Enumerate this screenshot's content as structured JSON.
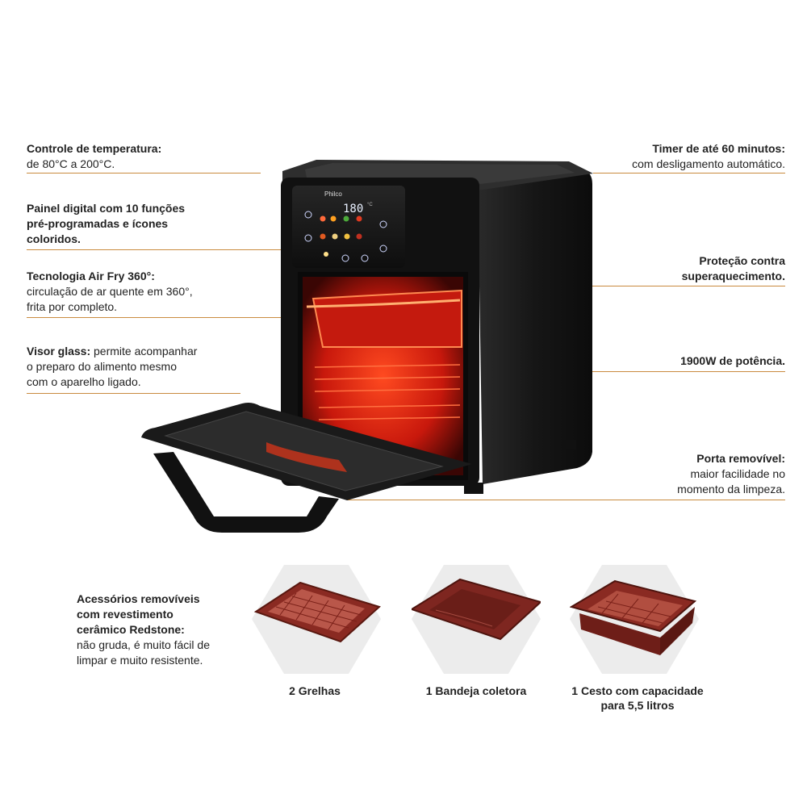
{
  "callouts": {
    "temperature": {
      "title": "Controle de temperatura:",
      "body": "de 80°C a 200°C."
    },
    "panel": {
      "title_line1": "Painel digital com 10 funções",
      "title_line2": "pré-programadas e ícones",
      "title_line3": "coloridos."
    },
    "airfry": {
      "title": "Tecnologia Air Fry 360°:",
      "body_line1": "circulação de ar quente em 360°,",
      "body_line2": "frita por completo."
    },
    "visor": {
      "title": "Visor glass:",
      "body_line1": " permite acompanhar",
      "body_line2": "o preparo do alimento mesmo",
      "body_line3": "com o aparelho ligado."
    },
    "timer": {
      "title": "Timer de até 60 minutos:",
      "body": "com desligamento automático."
    },
    "protection": {
      "title_line1": "Proteção contra",
      "title_line2": "superaquecimento."
    },
    "power": {
      "title": "1900W de potência."
    },
    "door": {
      "title": "Porta removível:",
      "body_line1": "maior facilidade no",
      "body_line2": "momento da limpeza."
    },
    "accessories": {
      "title_line1": "Acessórios removíveis",
      "title_line2": "com revestimento",
      "title_line3": "cerâmico Redstone:",
      "body_line1": "não gruda, é muito fácil de",
      "body_line2": "limpar e muito resistente."
    }
  },
  "product": {
    "brand": "Philco",
    "display": "180",
    "unit": "°C"
  },
  "accessories": [
    {
      "caption_line1": "2 Grelhas",
      "caption_line2": ""
    },
    {
      "caption_line1": "1 Bandeja coletora",
      "caption_line2": ""
    },
    {
      "caption_line1": "1 Cesto com capacidade",
      "caption_line2": "para 5,5 litros"
    }
  ],
  "colors": {
    "accent_line": "#c98b3f",
    "redstone": "#8a2a22",
    "body": "#1a1a1a",
    "glow": "#ff3a1a"
  }
}
